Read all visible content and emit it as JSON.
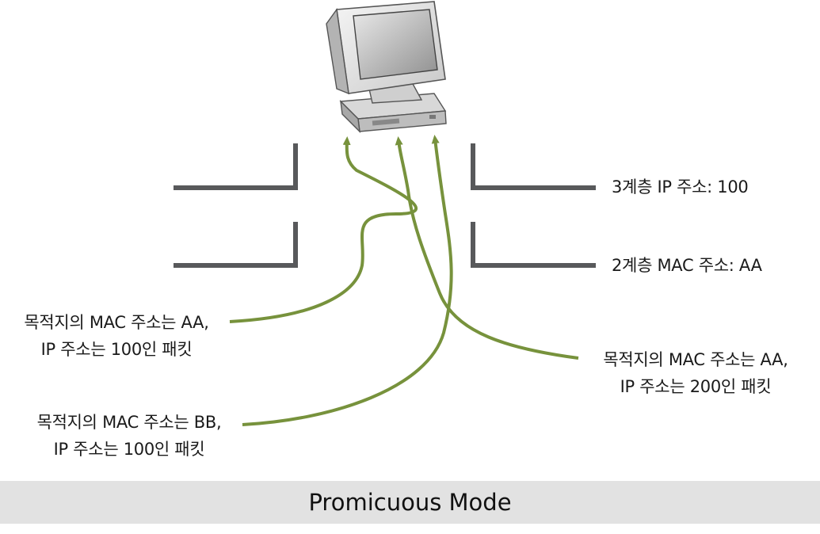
{
  "diagram": {
    "layer3_label": "3계층 IP 주소: 100",
    "layer2_label": "2계층 MAC 주소: AA",
    "packets": [
      {
        "line1": "목적지의 MAC 주소는 AA,",
        "line2": "IP 주소는 100인 패킷"
      },
      {
        "line1": "목적지의 MAC 주소는 AA,",
        "line2": "IP 주소는 200인 패킷"
      },
      {
        "line1": "목적지의 MAC 주소는 BB,",
        "line2": "IP 주소는 100인 패킷"
      }
    ],
    "colors": {
      "arrow": "#77923c",
      "wall": "#58595b"
    },
    "icons": [
      "computer-icon"
    ]
  },
  "caption": "Promicuous Mode"
}
